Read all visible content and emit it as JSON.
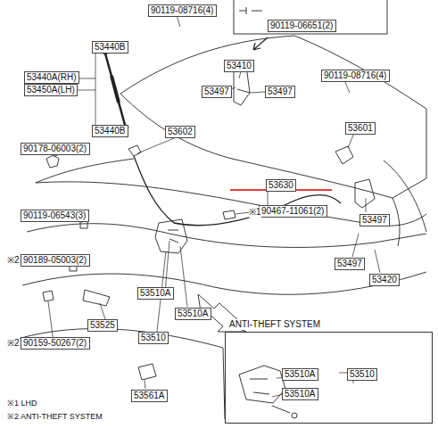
{
  "diagram": {
    "nodes": [
      {
        "text": [
          "90119-08716(4)"
        ]
      },
      {
        "text": [
          "90119-06651(2)"
        ]
      },
      {
        "text": [
          "53440B"
        ]
      },
      {
        "text": [
          "53410"
        ]
      },
      {
        "text": [
          "90119-08716(4)"
        ]
      },
      {
        "text": [
          "53440A(RH)"
        ]
      },
      {
        "text": [
          "53450A(LH)"
        ]
      },
      {
        "text": [
          "53497"
        ]
      },
      {
        "text": [
          "53497"
        ]
      },
      {
        "text": [
          "53601"
        ]
      },
      {
        "text": [
          "53440B"
        ]
      },
      {
        "text": [
          "53602"
        ]
      },
      {
        "text": [
          "90178-06003(2)"
        ]
      },
      {
        "text": [
          "53630"
        ]
      },
      {
        "text": [
          "90467-11061(2)"
        ]
      },
      {
        "text": [
          "90119-06543(3)"
        ]
      },
      {
        "text": [
          "53497"
        ]
      },
      {
        "text": [
          "90189-05003(2)"
        ]
      },
      {
        "text": [
          "53497"
        ]
      },
      {
        "text": [
          "53420"
        ]
      },
      {
        "text": [
          "53510A"
        ]
      },
      {
        "text": [
          "53510A"
        ]
      },
      {
        "text": [
          "53525"
        ]
      },
      {
        "text": [
          "53510"
        ]
      },
      {
        "text": [
          "90159-50267(2)"
        ]
      },
      {
        "text": [
          "ANTI-THEFT SYSTEM"
        ]
      },
      {
        "text": [
          "53510A"
        ],
        "in": 25
      },
      {
        "text": [
          "53510"
        ],
        "in": 25
      },
      {
        "text": [
          "53510A"
        ],
        "in": 25
      },
      {
        "text": [
          "53561A"
        ]
      }
    ],
    "labels": [
      "※1",
      "※2",
      "※2",
      "※1 LHD",
      "※2 ANTI-THEFT SYSTEM"
    ]
  }
}
